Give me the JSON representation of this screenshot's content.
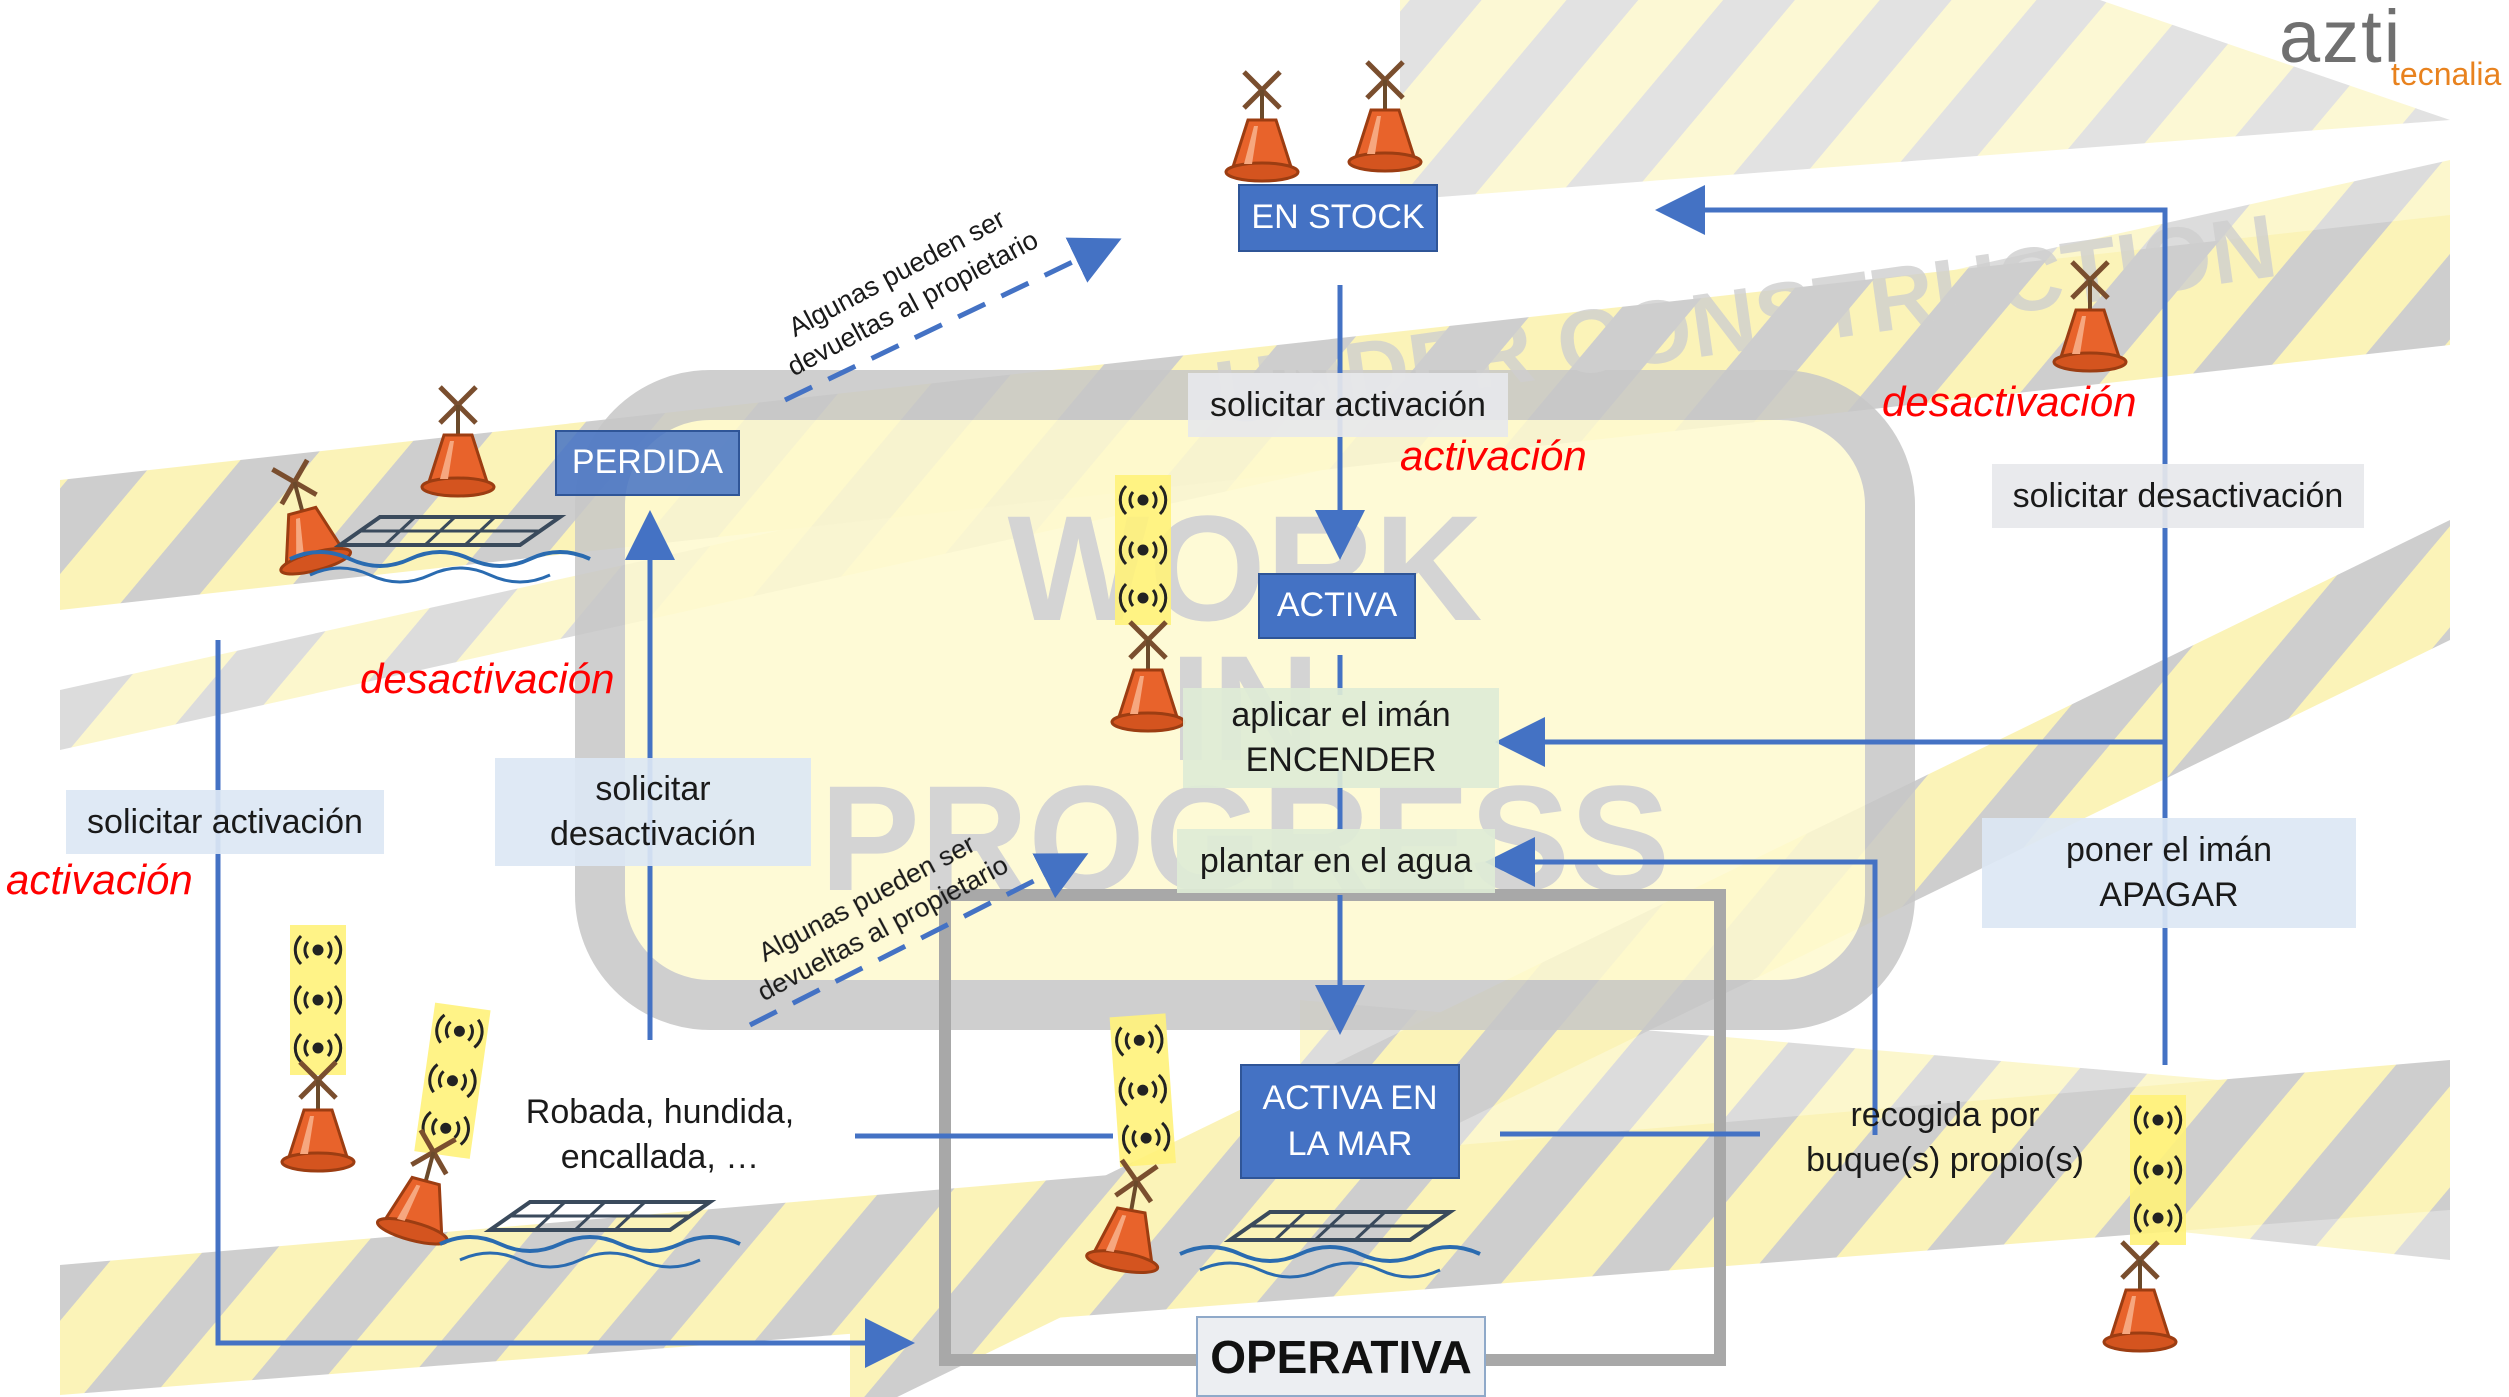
{
  "logo": {
    "main": "azti",
    "sub": "tecnalia"
  },
  "background_text": {
    "work": "WORK",
    "in": "IN",
    "progress": "PROGRESS",
    "tape": "UNDER CONSTRUCTION"
  },
  "states": {
    "en_stock": "EN STOCK",
    "perdida": "PERDIDA",
    "activa": "ACTIVA",
    "activa_en_la_mar": "ACTIVA EN\nLA MAR"
  },
  "actions": {
    "solicitar_activacion_top": "solicitar activación",
    "solicitar_desactivacion_right": "solicitar desactivación",
    "aplicar_iman": "aplicar el imán\nENCENDER",
    "plantar": "plantar en el agua",
    "poner_iman": "poner el imán\nAPAGAR",
    "solicitar_activacion_left": "solicitar activación",
    "solicitar_desactivacion_left": "solicitar\ndesactivación",
    "robada": "Robada, hundida,\nencallada, …",
    "recogida": "recogida por\nbuque(s) propio(s)"
  },
  "events": {
    "activacion_top": "activación",
    "desactivacion_right": "desactivación",
    "desactivacion_left": "desactivación",
    "activacion_left": "activación"
  },
  "notes": {
    "devueltas_top": "Algunas pueden ser\ndevueltas al propietario",
    "devueltas_mid": "Algunas pueden ser\ndevueltas al propietario"
  },
  "operativa": "OPERATIVA",
  "colors": {
    "arrow": "#4472c4",
    "state_fill": "#4472c4",
    "event_text": "#ff0000",
    "tape_yellow": "#f7e96a",
    "tape_grey": "#9a9a9a",
    "buoy_orange": "#e8632b",
    "signal_yellow": "#fff27a"
  },
  "icons": [
    "buoy-icon",
    "signal-icon",
    "raft-icon",
    "waves-icon"
  ]
}
